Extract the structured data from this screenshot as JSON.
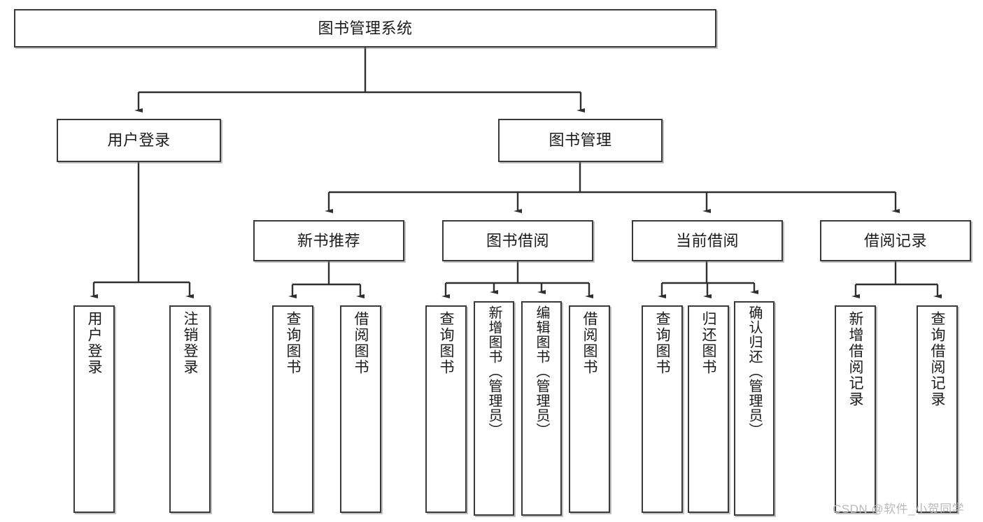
{
  "diagram": {
    "title_node": {
      "label": "图书管理系统"
    },
    "level2": [
      {
        "id": "user-login",
        "label": "用户登录"
      },
      {
        "id": "book-management",
        "label": "图书管理"
      }
    ],
    "level3": [
      {
        "id": "new-book-recommend",
        "label": "新书推荐"
      },
      {
        "id": "book-borrow",
        "label": "图书借阅"
      },
      {
        "id": "current-borrow",
        "label": "当前借阅"
      },
      {
        "id": "borrow-record",
        "label": "借阅记录"
      }
    ],
    "leaves": {
      "user_login": [
        {
          "id": "leaf-user-login",
          "label": "用户登录"
        },
        {
          "id": "leaf-logout-login",
          "label": "注销登录"
        }
      ],
      "new_book_recommend": [
        {
          "id": "leaf-query-book-1",
          "label": "查询图书"
        },
        {
          "id": "leaf-borrow-book-1",
          "label": "借阅图书"
        }
      ],
      "book_borrow": [
        {
          "id": "leaf-query-book-2",
          "label": "查询图书"
        },
        {
          "id": "leaf-add-book-admin",
          "label": "新增图书（管理员）"
        },
        {
          "id": "leaf-edit-book-admin",
          "label": "编辑图书（管理员）"
        },
        {
          "id": "leaf-borrow-book-2",
          "label": "借阅图书"
        }
      ],
      "current_borrow": [
        {
          "id": "leaf-query-book-3",
          "label": "查询图书"
        },
        {
          "id": "leaf-return-book",
          "label": "归还图书"
        },
        {
          "id": "leaf-confirm-return-admin",
          "label": "确认归还（管理员）"
        }
      ],
      "borrow_record": [
        {
          "id": "leaf-add-borrow-record",
          "label": "新增借阅记录"
        },
        {
          "id": "leaf-query-borrow-record",
          "label": "查询借阅记录"
        }
      ]
    }
  },
  "watermark": {
    "text": "CSDN @软件_小贺同学"
  },
  "colors": {
    "border": "#3a3a3a",
    "line": "#2f2f2f",
    "background": "#ffffff",
    "text": "#1b1b1b",
    "watermark": "#b9b9b9"
  }
}
